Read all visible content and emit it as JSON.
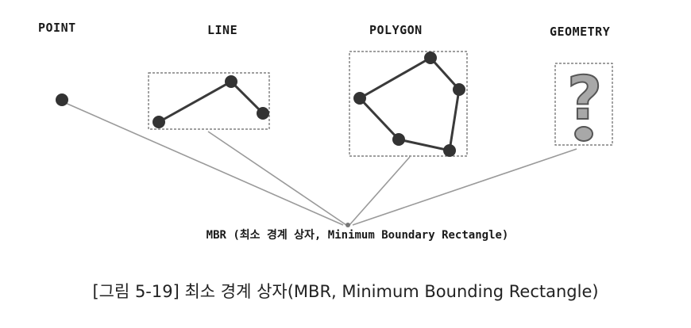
{
  "labels": {
    "point": "POINT",
    "line": "LINE",
    "polygon": "POLYGON",
    "geometry": "GEOMETRY"
  },
  "geometry_symbol": "?",
  "mbr_caption": "MBR (최소 경계 상자, Minimum Boundary Rectangle)",
  "figure_caption": "[그림 5-19] 최소 경계 상자(MBR, Minimum Bounding Rectangle)",
  "colors": {
    "vertex": "#333333",
    "edge": "#3a3a3a",
    "box": "#666666",
    "connector": "#9a9a9a",
    "question_fill": "#a8a8a8"
  }
}
